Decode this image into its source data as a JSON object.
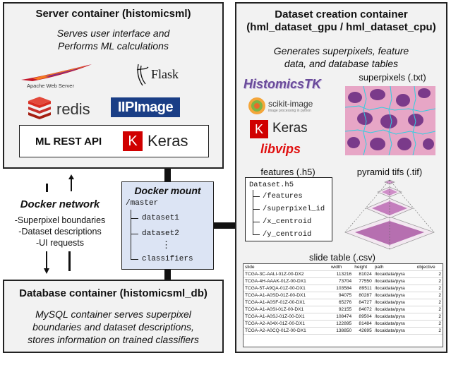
{
  "server": {
    "title": "Server container (histomicsml)",
    "desc_line1": "Serves user interface and",
    "desc_line2": "Performs ML calculations",
    "logos": {
      "apache": "Apache Web Server",
      "flask": "Flask",
      "redis": "redis",
      "iipimage": "IIPImage",
      "keras": "Keras"
    },
    "ml_rest_api": "ML REST API"
  },
  "dataset": {
    "title_line1": "Dataset creation container",
    "title_line2": "(hml_dataset_gpu / hml_dataset_cpu)",
    "desc_line1": "Generates superpixels, feature",
    "desc_line2": "data, and database tables",
    "logos": {
      "histomicstk": "HistomicsTK",
      "scikit_image": "scikit-image",
      "scikit_sub": "image processing in python",
      "keras": "Keras",
      "libvips": "libvips"
    },
    "superpixels_label": "superpixels (.txt)",
    "features_label": "features (.h5)",
    "pyramid_label": "pyramid tifs (.tif)",
    "h5_tree": {
      "root": "Dataset.h5",
      "items": [
        "/features",
        "/superpixel_id",
        "/x_centroid",
        "/y_centroid"
      ]
    },
    "slide_table_label": "slide table (.csv)",
    "slide_table": {
      "headers": [
        "slide",
        "width",
        "height",
        "path",
        "objective"
      ],
      "rows": [
        [
          "TCGA-3C-AALI-01Z-00-DX2",
          "113216",
          "81024",
          "/localdata/pyra",
          "2"
        ],
        [
          "TCGA-4H-AAAK-01Z-00-DX1",
          "73704",
          "77550",
          "/localdata/pyra",
          "2"
        ],
        [
          "TCGA-5T-A9QA-01Z-00-DX1",
          "103584",
          "89511",
          "/localdata/pyra",
          "2"
        ],
        [
          "TCGA-A1-A0SD-01Z-00-DX1",
          "94075",
          "80287",
          "/localdata/pyra",
          "2"
        ],
        [
          "TCGA-A1-A0SF-01Z-00-DX1",
          "65276",
          "84727",
          "/localdata/pyra",
          "2"
        ],
        [
          "TCGA-A1-A0SI-01Z-00-DX1",
          "92155",
          "84072",
          "/localdata/pyra",
          "2"
        ],
        [
          "TCGA-A1-A0SJ-01Z-00-DX1",
          "108474",
          "89504",
          "/localdata/pyra",
          "2"
        ],
        [
          "TCGA-A2-A04X-01Z-00-DX1",
          "122895",
          "81484",
          "/localdata/pyra",
          "2"
        ],
        [
          "TCGA-A2-A0CQ-01Z-00-DX1",
          "138850",
          "42695",
          "/localdata/pyra",
          "2"
        ]
      ]
    }
  },
  "network": {
    "title": "Docker network",
    "items": [
      "-Superpixel boundaries",
      "-Dataset descriptions",
      "-UI requests"
    ]
  },
  "mount": {
    "title": "Docker mount",
    "root": "/master",
    "items": [
      "dataset1",
      "dataset2",
      "⋮",
      "classifiers"
    ]
  },
  "db": {
    "title": "Database container (histomicsml_db)",
    "desc_line1": "MySQL container serves superpixel",
    "desc_line2": "boundaries and dataset descriptions,",
    "desc_line3": "stores information on trained classifiers"
  }
}
